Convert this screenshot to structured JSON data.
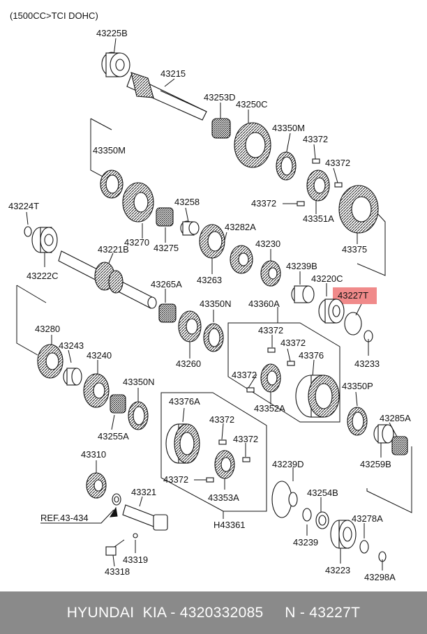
{
  "header": {
    "engine_note": "(1500CC>TCI DOHC)"
  },
  "highlight": {
    "part": "43227T",
    "color": "#f08a8a"
  },
  "labels": {
    "p43225B": "43225B",
    "p43215": "43215",
    "p43253D": "43253D",
    "p43250C": "43250C",
    "p43350M_a": "43350M",
    "p43350M_b": "43350M",
    "p43372_a": "43372",
    "p43372_b": "43372",
    "p43372_c": "43372",
    "p43351A": "43351A",
    "p43375": "43375",
    "p43224T": "43224T",
    "p43270": "43270",
    "p43258": "43258",
    "p43275": "43275",
    "p43282A": "43282A",
    "p43263": "43263",
    "p43230": "43230",
    "p43239B": "43239B",
    "p43220C": "43220C",
    "p43227T": "43227T",
    "p43233": "43233",
    "p43222C": "43222C",
    "p43221B": "43221B",
    "p43265A": "43265A",
    "p43350N_a": "43350N",
    "p43360A": "43360A",
    "p43372_d": "43372",
    "p43372_e": "43372",
    "p43376_a": "43376",
    "p43372_f": "43372",
    "p43352A": "43352A",
    "p43280": "43280",
    "p43243": "43243",
    "p43240": "43240",
    "p43260": "43260",
    "p43350N_b": "43350N",
    "p43255A": "43255A",
    "p43350P": "43350P",
    "p43285A": "43285A",
    "p43259B": "43259B",
    "p43376A": "43376A",
    "p43372_g": "43372",
    "p43372_h": "43372",
    "p43372_i": "43372",
    "p43353A": "43353A",
    "p43310": "43310",
    "p43321": "43321",
    "ref": "REF.43-434",
    "p43239D": "43239D",
    "p43254B": "43254B",
    "p43278A": "43278A",
    "p43239": "43239",
    "p43223": "43223",
    "p43298A": "43298A",
    "pH43361": "H43361",
    "p43319": "43319",
    "p43318": "43318"
  },
  "footer": {
    "text": "HYUNDAI  KIA - 4320332085     N - 43227T"
  }
}
